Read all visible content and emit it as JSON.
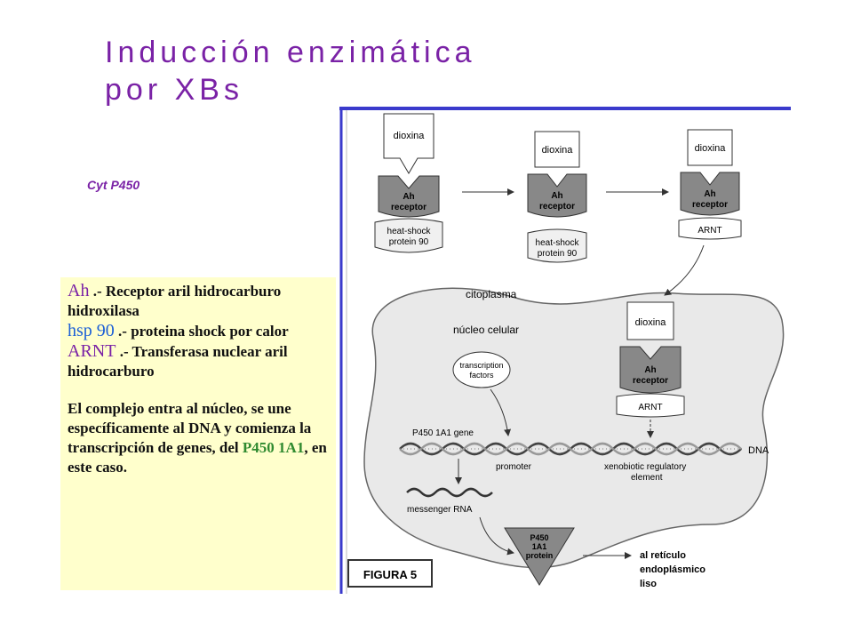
{
  "title": {
    "line1": "Inducción  enzimática",
    "line2": "por XBs"
  },
  "side_label": "Cyt P450",
  "textbox": {
    "ah_term": "Ah",
    "ah_def": " .- Receptor aril hidrocarburo hidroxilasa",
    "hsp_term": "hsp 90",
    "hsp_def": " .- proteina shock por calor",
    "arnt_term": "ARNT",
    "arnt_def": " .- Transferasa nuclear aril hidrocarburo",
    "para_before": "El complejo entra al núcleo, se une específicamente al DNA y comienza la transcripción de genes, del ",
    "para_highlight": "P450 1A1",
    "para_after": ", en este caso."
  },
  "figure": {
    "dioxin": "dioxina",
    "receptor_line1": "Ah",
    "receptor_line2": "receptor",
    "hsp_line1": "heat-shock",
    "hsp_line2": "protein 90",
    "arnt": "ARNT",
    "cytoplasm": "citoplasma",
    "nucleus": "núcleo celular",
    "tf_line1": "transcription",
    "tf_line2": "factors",
    "gene": "P450 1A1 gene",
    "dna": "DNA",
    "promoter": "promoter",
    "xre_line1": "xenobiotic regulatory",
    "xre_line2": "element",
    "mrna": "messenger RNA",
    "protein_line1": "P450",
    "protein_line2": "1A1",
    "protein_line3": "protein",
    "er_line1": "al retículo",
    "er_line2": "endoplásmico",
    "er_line3": "liso",
    "figure_label": "FIGURA 5"
  },
  "colors": {
    "title": "#7a22a6",
    "highlight_blue": "#1b5fd6",
    "highlight_green": "#2f8a2f",
    "textbox_bg": "#ffffcc",
    "frame": "#3a3acc"
  }
}
